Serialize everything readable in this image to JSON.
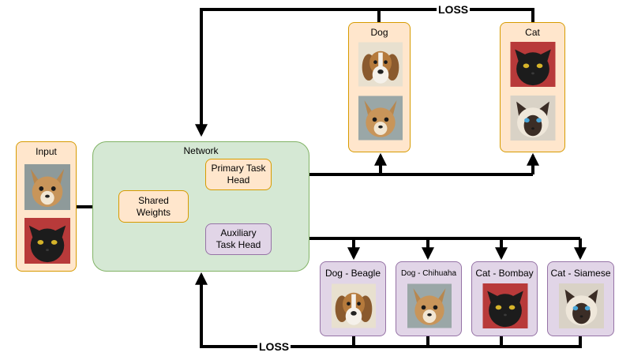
{
  "input": {
    "title": "Input"
  },
  "network": {
    "title": "Network",
    "shared": "Shared\nWeights",
    "primary": "Primary Task\nHead",
    "auxiliary": "Auxiliary\nTask Head"
  },
  "primary_outputs": [
    {
      "title": "Dog"
    },
    {
      "title": "Cat"
    }
  ],
  "auxiliary_outputs": [
    {
      "title": "Dog - Beagle"
    },
    {
      "title": "Dog - Chihuaha"
    },
    {
      "title": "Cat - Bombay"
    },
    {
      "title": "Cat - Siamese"
    }
  ],
  "loss_top": "LOSS",
  "loss_bottom": "LOSS",
  "colors": {
    "orange_fill": "#ffe6cc",
    "orange_stroke": "#d79b00",
    "purple_fill": "#e1d5e7",
    "purple_stroke": "#9673a6",
    "green_fill": "#d5e8d4",
    "green_stroke": "#82b366"
  }
}
